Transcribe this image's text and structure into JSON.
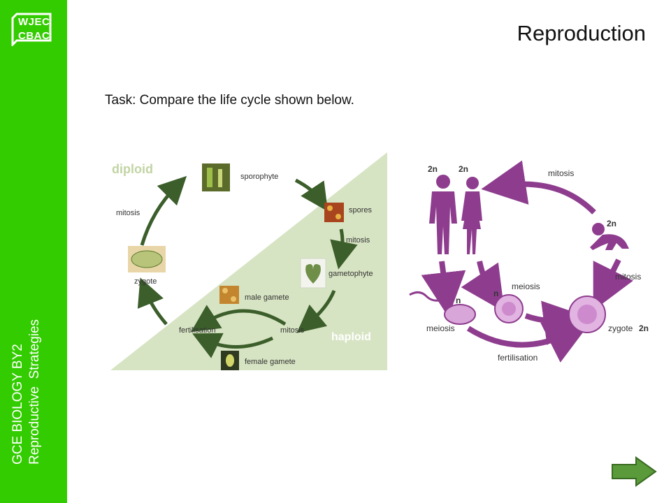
{
  "logo": {
    "line1": "WJEC",
    "line2": "CBAC"
  },
  "sidebar": {
    "line1": "GCE BIOLOGY BY2",
    "line2": "Reproductive  Strategies"
  },
  "title": "Reproduction",
  "task": "Task: Compare the life cycle shown below.",
  "plant_cycle": {
    "diploid": "diploid",
    "haploid": "haploid",
    "sporophyte": "sporophyte",
    "spores": "spores",
    "mitosis_right": "mitosis",
    "gametophyte": "gametophyte",
    "male_gamete": "male gamete",
    "mitosis_bottom": "mitosis",
    "fertilisation": "fertilisation",
    "female_gamete": "female gamete",
    "zygote": "zygote",
    "mitosis_left": "mitosis"
  },
  "human_cycle": {
    "male_ploidy": "2n",
    "female_ploidy": "2n",
    "mitosis_top": "mitosis",
    "baby_ploidy": "2n",
    "mitosis_right": "mitosis",
    "sperm_ploidy": "n",
    "egg_ploidy": "n",
    "meiosis_left": "meiosis",
    "meiosis_mid": "meiosis",
    "zygote": "zygote",
    "zygote_ploidy": "2n",
    "fertilisation": "fertilisation"
  },
  "colors": {
    "sidebar": "#33cc00",
    "plant_arrow": "#3b5e2b",
    "haploid_bg": "#d7e4c3",
    "diploid_text": "#c2d4a4",
    "human": "#8e3d8e",
    "ploidy_red": "#cc2222",
    "next_button": "#5a9a3a"
  },
  "icons": {
    "next": "right-arrow-icon"
  }
}
